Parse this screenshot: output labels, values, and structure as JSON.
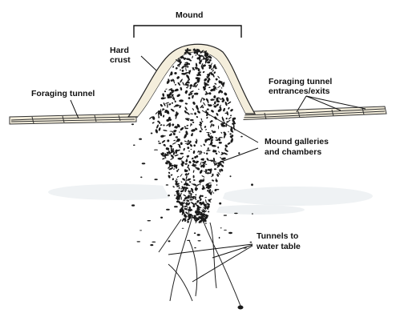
{
  "labels": {
    "mound": "Mound",
    "hard_crust_1": "Hard",
    "hard_crust_2": "crust",
    "foraging_tunnel": "Foraging tunnel",
    "entrances_1": "Foraging tunnel",
    "entrances_2": "entrances/exits",
    "galleries_1": "Mound galleries",
    "galleries_2": "and chambers",
    "tunnels_1": "Tunnels to",
    "tunnels_2": "water table"
  },
  "colors": {
    "ink": "#111111",
    "soil": "#f4eedc",
    "chamber": "#1a1a1a",
    "faint": "#e8ecef"
  }
}
